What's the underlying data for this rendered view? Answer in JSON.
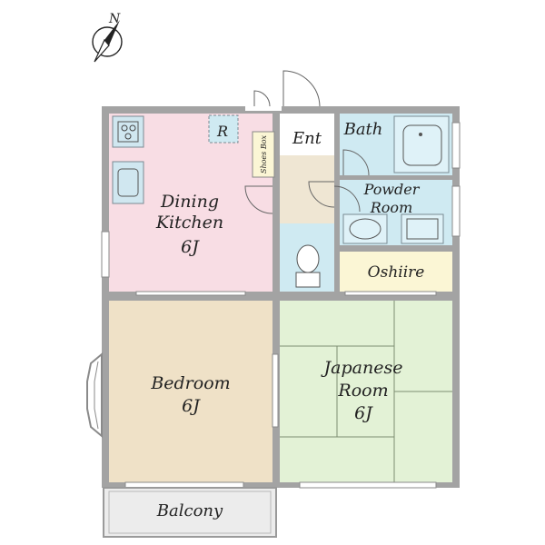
{
  "compass": {
    "north_label": "N"
  },
  "rooms": {
    "dining_kitchen": {
      "line1": "Dining",
      "line2": "Kitchen",
      "size": "6J"
    },
    "bedroom": {
      "line1": "Bedroom",
      "size": "6J"
    },
    "japanese_room": {
      "line1": "Japanese",
      "line2": "Room",
      "size": "6J"
    },
    "bath": {
      "label": "Bath"
    },
    "powder_room": {
      "line1": "Powder",
      "line2": "Room"
    },
    "oshiire": {
      "label": "Oshiire"
    },
    "entrance": {
      "label": "Ent"
    },
    "shoes_box": {
      "label": "Shoes Box"
    },
    "refrigerator": {
      "label": "R"
    },
    "balcony": {
      "label": "Balcony"
    }
  },
  "colors": {
    "wall": "#a3a3a3",
    "dining_kitchen": "#f8dde4",
    "bedroom": "#efe1c7",
    "japanese_room": "#e3f2d6",
    "wet_area": "#cfeaf2",
    "oshiire": "#fbf6d5",
    "entrance": "#efe6d3",
    "balcony": "#ececec"
  }
}
